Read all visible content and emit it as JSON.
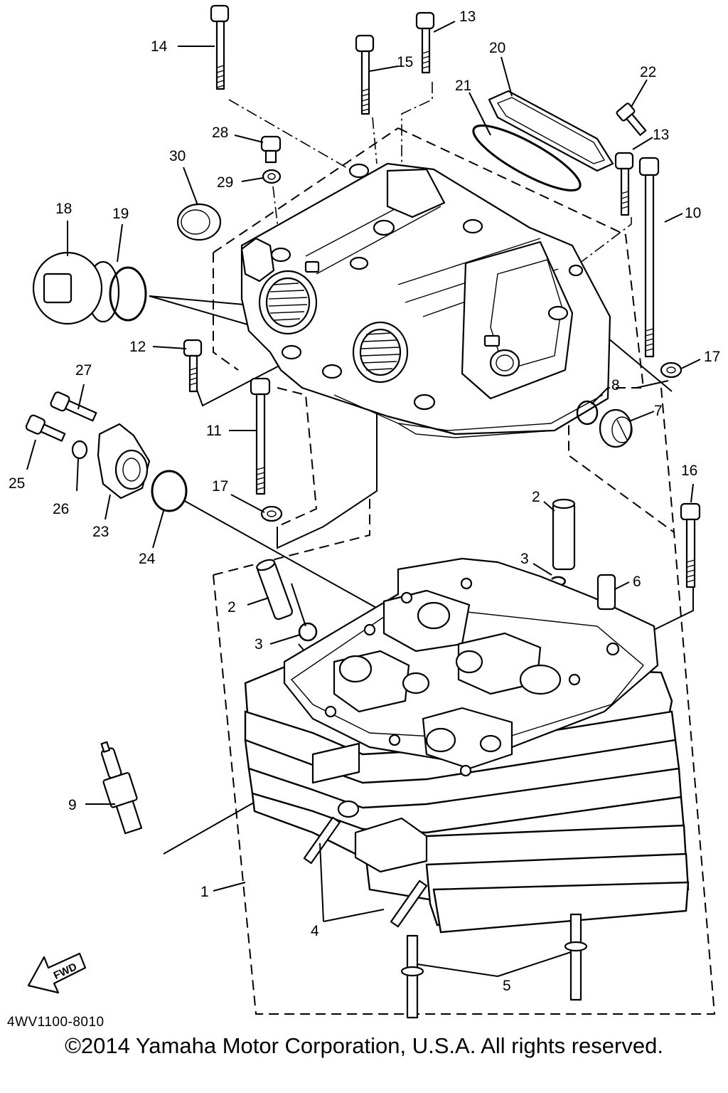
{
  "drawing_code": "4WV1100-8010",
  "copyright": "©2014 Yamaha Motor Corporation, U.S.A. All rights reserved.",
  "fwd_label": "FWD",
  "callouts": {
    "c1": "1",
    "c2a": "2",
    "c2b": "2",
    "c3a": "3",
    "c3b": "3",
    "c4": "4",
    "c5": "5",
    "c6": "6",
    "c7": "7",
    "c8": "8",
    "c9": "9",
    "c10": "10",
    "c11": "11",
    "c12": "12",
    "c13a": "13",
    "c13b": "13",
    "c14": "14",
    "c15": "15",
    "c16": "16",
    "c17a": "17",
    "c17b": "17",
    "c18": "18",
    "c19": "19",
    "c20": "20",
    "c21": "21",
    "c22": "22",
    "c23": "23",
    "c24": "24",
    "c25": "25",
    "c26": "26",
    "c27": "27",
    "c28": "28",
    "c29": "29",
    "c30": "30"
  }
}
